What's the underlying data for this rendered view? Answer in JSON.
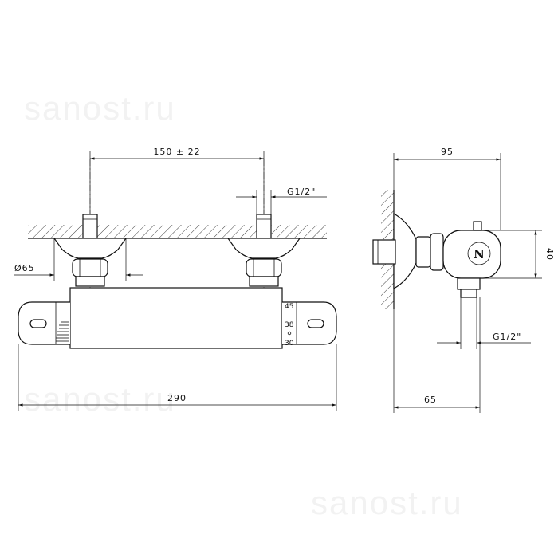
{
  "watermark": {
    "text": "sanost.ru"
  },
  "front_view": {
    "dim_center_distance": "150 ± 22",
    "dim_thread": "G1/2\"",
    "dim_diameter": "Ø65",
    "dim_total_length": "290",
    "temperature_scale": [
      "45",
      "38",
      "30"
    ]
  },
  "side_view": {
    "dim_depth": "95",
    "dim_height": "40",
    "dim_thread": "G1/2\"",
    "dim_offset": "65",
    "logo_letter": "N"
  }
}
